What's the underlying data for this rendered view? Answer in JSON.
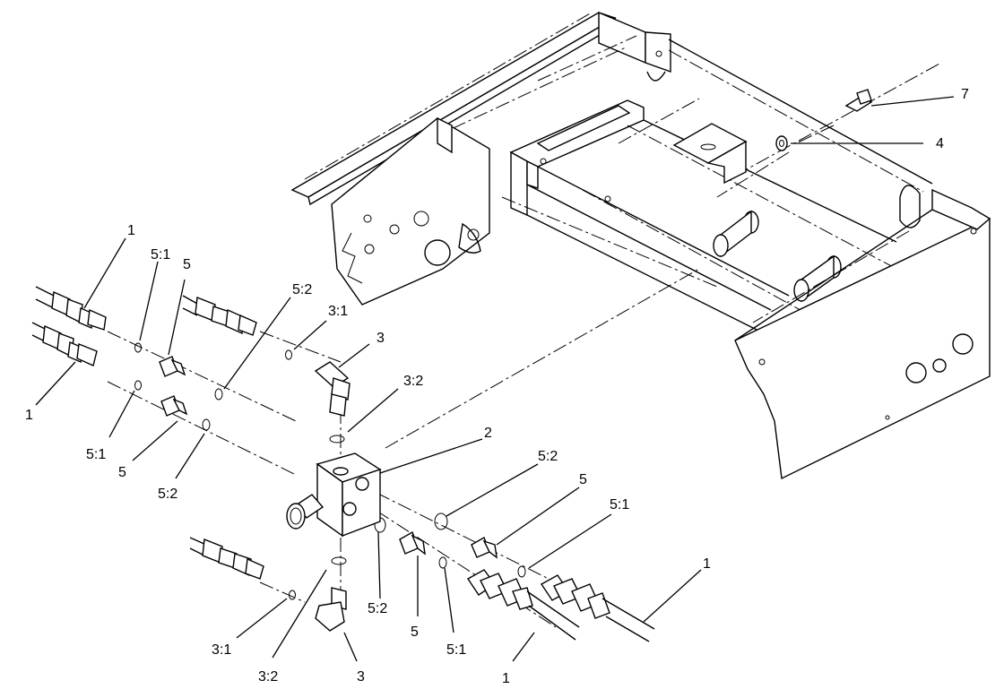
{
  "callouts": [
    {
      "id": "c-7",
      "text": "7"
    },
    {
      "id": "c-4",
      "text": "4"
    },
    {
      "id": "c-1-a",
      "text": "1"
    },
    {
      "id": "c-51-a",
      "text": "5:1"
    },
    {
      "id": "c-5-a",
      "text": "5"
    },
    {
      "id": "c-52-a",
      "text": "5:2"
    },
    {
      "id": "c-31-a",
      "text": "3:1"
    },
    {
      "id": "c-3-a",
      "text": "3"
    },
    {
      "id": "c-1-b",
      "text": "1"
    },
    {
      "id": "c-32-a",
      "text": "3:2"
    },
    {
      "id": "c-51-b",
      "text": "5:1"
    },
    {
      "id": "c-2",
      "text": "2"
    },
    {
      "id": "c-5-b",
      "text": "5"
    },
    {
      "id": "c-52-b",
      "text": "5:2"
    },
    {
      "id": "c-52-c",
      "text": "5:2"
    },
    {
      "id": "c-5-c",
      "text": "5"
    },
    {
      "id": "c-51-c",
      "text": "5:1"
    },
    {
      "id": "c-1-c",
      "text": "1"
    },
    {
      "id": "c-52-d",
      "text": "5:2"
    },
    {
      "id": "c-5-d",
      "text": "5"
    },
    {
      "id": "c-51-d",
      "text": "5:1"
    },
    {
      "id": "c-31-b",
      "text": "3:1"
    },
    {
      "id": "c-32-b",
      "text": "3:2"
    },
    {
      "id": "c-3-b",
      "text": "3"
    },
    {
      "id": "c-1-d",
      "text": "1"
    }
  ]
}
